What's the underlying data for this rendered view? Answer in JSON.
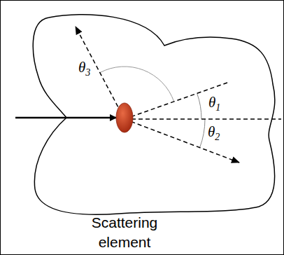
{
  "diagram": {
    "labels": [
      "θ3",
      "θ1",
      "θ2",
      "Scattering element"
    ]
  }
}
